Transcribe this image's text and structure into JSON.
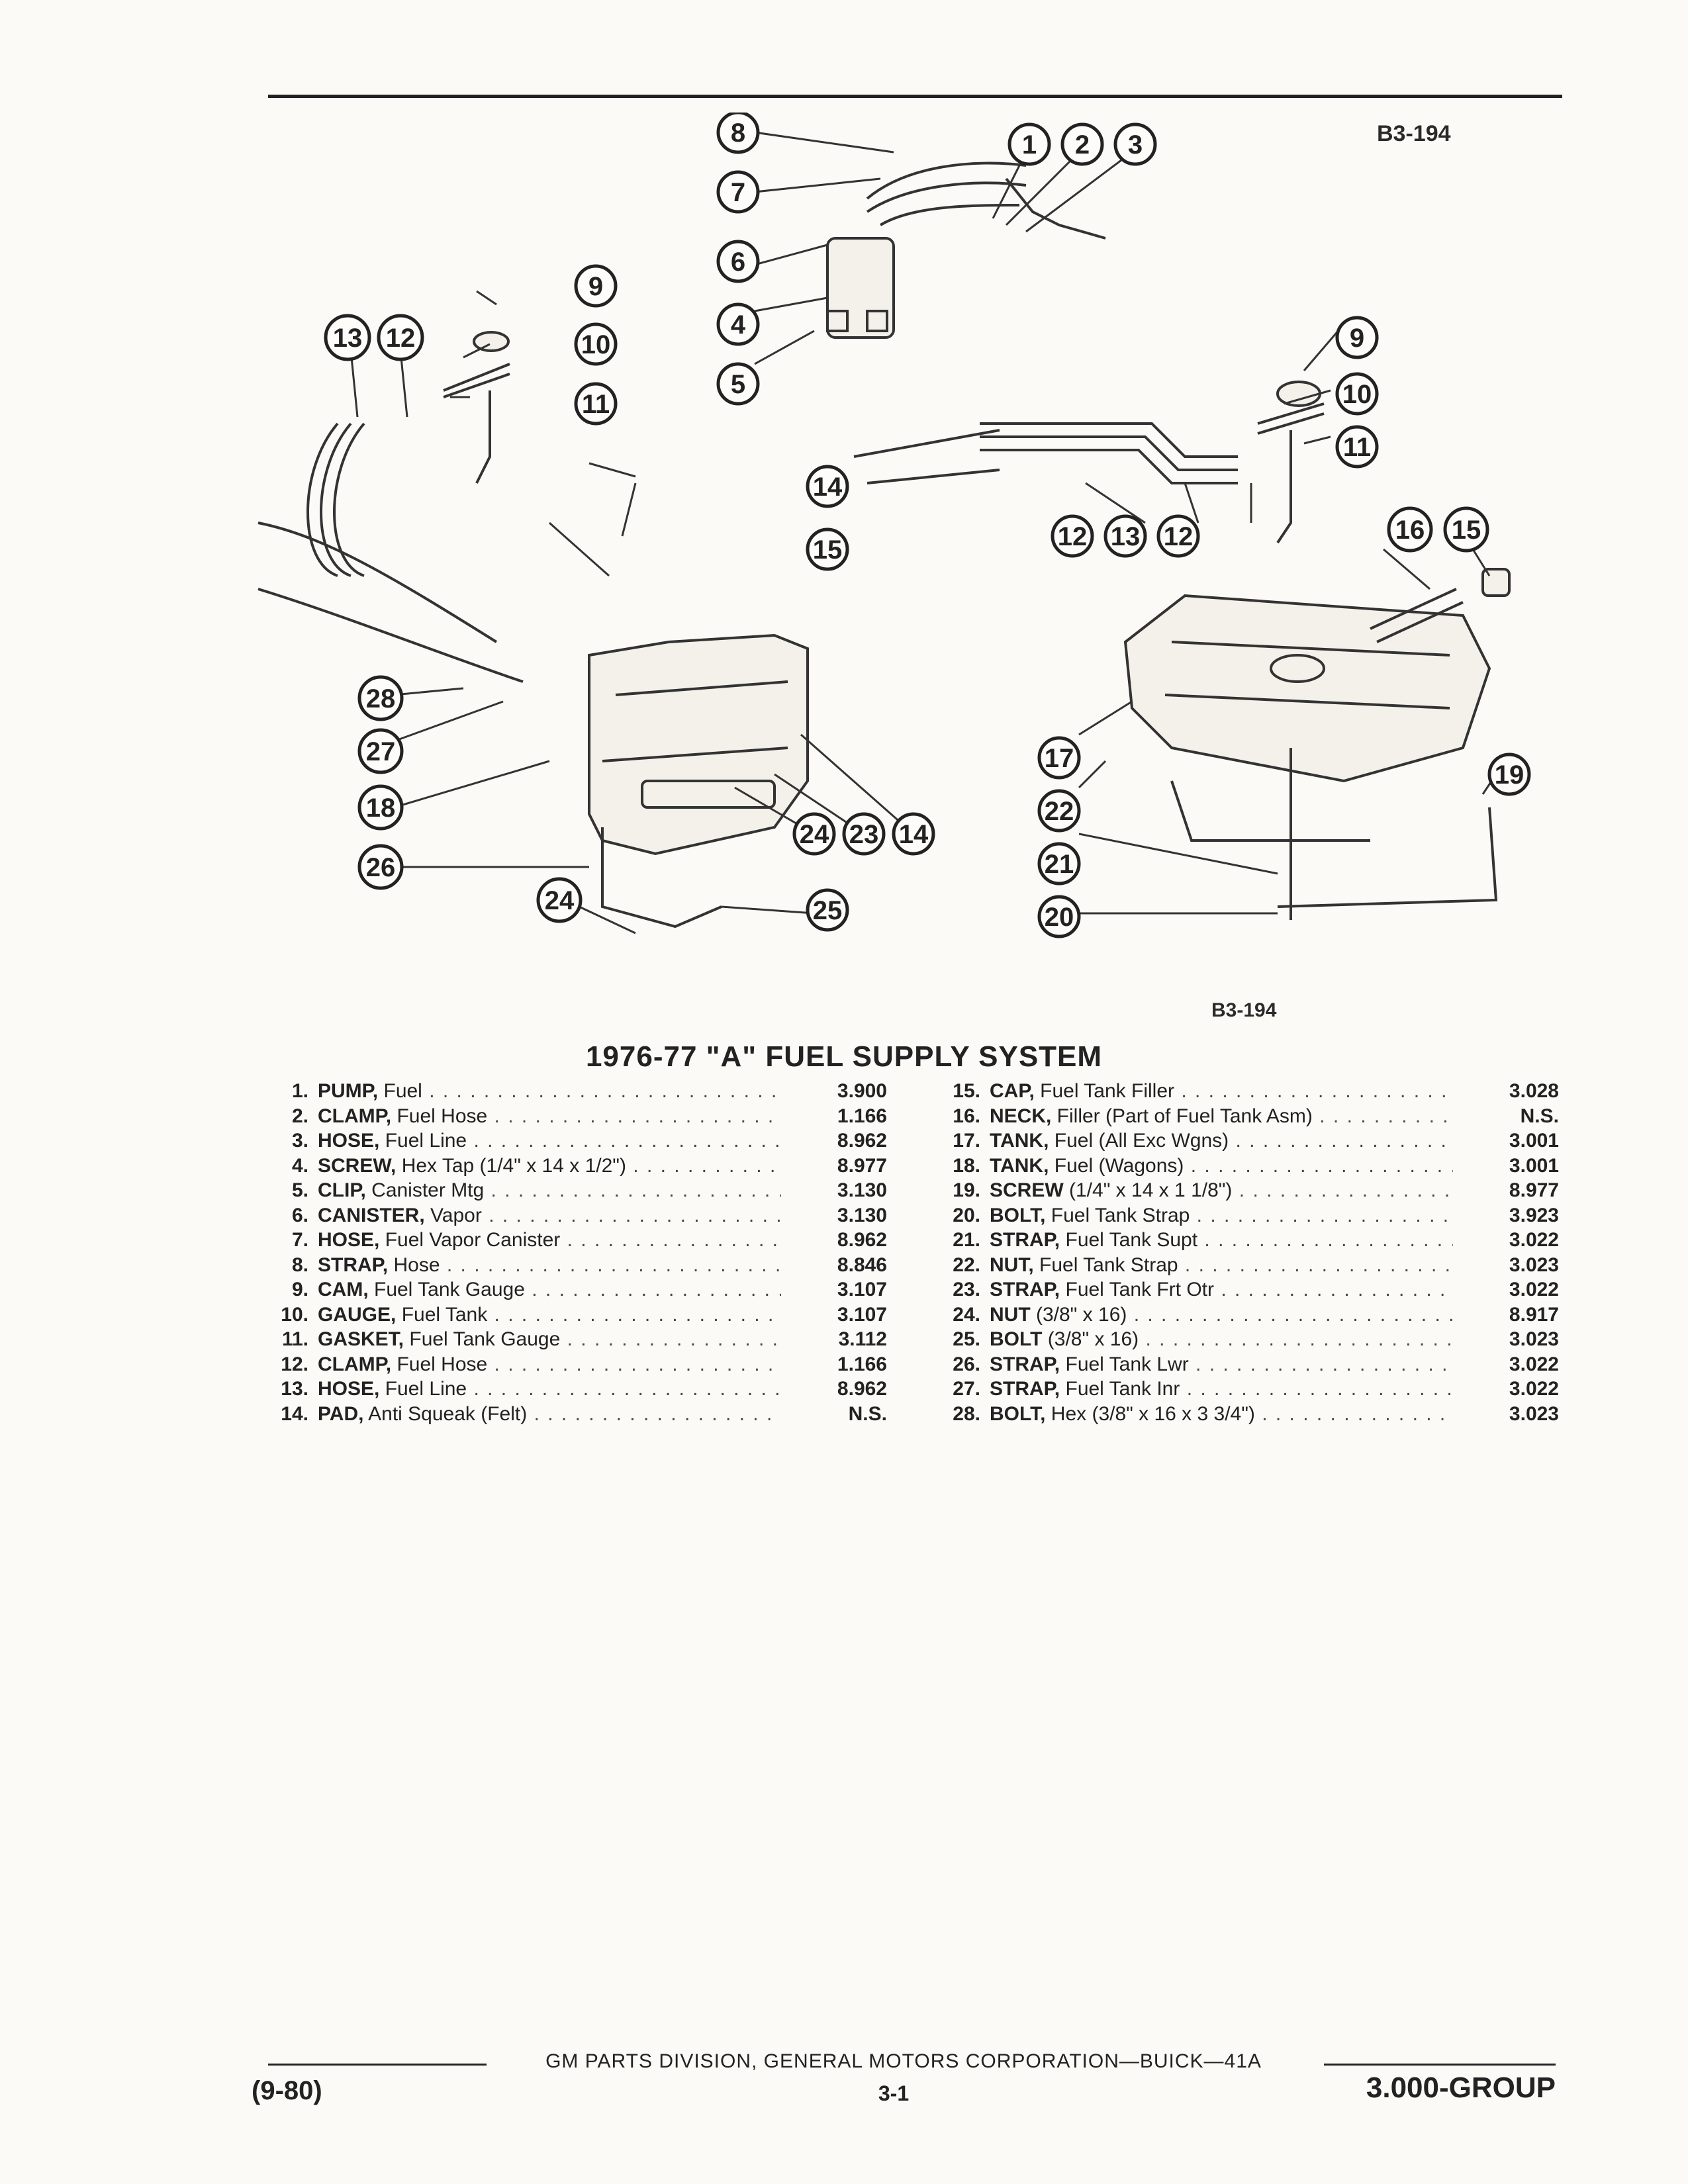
{
  "figure_code": "B3-194",
  "section_title": "1976-77 \"A\" FUEL SUPPLY SYSTEM",
  "callouts": [
    "1",
    "2",
    "3",
    "4",
    "5",
    "6",
    "7",
    "8",
    "9",
    "10",
    "11",
    "12",
    "13",
    "14",
    "15",
    "16",
    "17",
    "18",
    "19",
    "20",
    "21",
    "22",
    "23",
    "24",
    "25",
    "26",
    "27",
    "28"
  ],
  "parts_left": [
    {
      "num": "1.",
      "name": "PUMP,",
      "desc": " Fuel",
      "code": "3.900"
    },
    {
      "num": "2.",
      "name": "CLAMP,",
      "desc": " Fuel Hose",
      "code": "1.166"
    },
    {
      "num": "3.",
      "name": "HOSE,",
      "desc": " Fuel Line",
      "code": "8.962"
    },
    {
      "num": "4.",
      "name": "SCREW,",
      "desc": " Hex Tap (1/4\" x 14 x 1/2\")",
      "code": "8.977"
    },
    {
      "num": "5.",
      "name": "CLIP,",
      "desc": " Canister Mtg",
      "code": "3.130"
    },
    {
      "num": "6.",
      "name": "CANISTER,",
      "desc": " Vapor",
      "code": "3.130"
    },
    {
      "num": "7.",
      "name": "HOSE,",
      "desc": " Fuel Vapor Canister",
      "code": "8.962"
    },
    {
      "num": "8.",
      "name": "STRAP,",
      "desc": " Hose",
      "code": "8.846"
    },
    {
      "num": "9.",
      "name": "CAM,",
      "desc": " Fuel Tank Gauge",
      "code": "3.107"
    },
    {
      "num": "10.",
      "name": "GAUGE,",
      "desc": " Fuel Tank",
      "code": "3.107"
    },
    {
      "num": "11.",
      "name": "GASKET,",
      "desc": " Fuel Tank Gauge",
      "code": "3.112"
    },
    {
      "num": "12.",
      "name": "CLAMP,",
      "desc": " Fuel Hose",
      "code": "1.166"
    },
    {
      "num": "13.",
      "name": "HOSE,",
      "desc": " Fuel Line",
      "code": "8.962"
    },
    {
      "num": "14.",
      "name": "PAD,",
      "desc": " Anti Squeak (Felt)",
      "code": "N.S."
    }
  ],
  "parts_right": [
    {
      "num": "15.",
      "name": "CAP,",
      "desc": " Fuel Tank Filler",
      "code": "3.028"
    },
    {
      "num": "16.",
      "name": "NECK,",
      "desc": " Filler (Part of Fuel Tank Asm)",
      "code": "N.S."
    },
    {
      "num": "17.",
      "name": "TANK,",
      "desc": " Fuel (All Exc Wgns)",
      "code": "3.001"
    },
    {
      "num": "18.",
      "name": "TANK,",
      "desc": " Fuel (Wagons)",
      "code": "3.001"
    },
    {
      "num": "19.",
      "name": "SCREW",
      "desc": " (1/4\" x 14 x 1 1/8\")",
      "code": "8.977"
    },
    {
      "num": "20.",
      "name": "BOLT,",
      "desc": " Fuel Tank Strap",
      "code": "3.923"
    },
    {
      "num": "21.",
      "name": "STRAP,",
      "desc": " Fuel Tank Supt",
      "code": "3.022"
    },
    {
      "num": "22.",
      "name": "NUT,",
      "desc": " Fuel Tank Strap",
      "code": "3.023"
    },
    {
      "num": "23.",
      "name": "STRAP,",
      "desc": " Fuel Tank Frt Otr",
      "code": "3.022"
    },
    {
      "num": "24.",
      "name": "NUT",
      "desc": " (3/8\" x 16)",
      "code": "8.917"
    },
    {
      "num": "25.",
      "name": "BOLT",
      "desc": " (3/8\" x 16)",
      "code": "3.023"
    },
    {
      "num": "26.",
      "name": "STRAP,",
      "desc": " Fuel Tank Lwr",
      "code": "3.022"
    },
    {
      "num": "27.",
      "name": "STRAP,",
      "desc": " Fuel Tank Inr",
      "code": "3.022"
    },
    {
      "num": "28.",
      "name": "BOLT,",
      "desc": " Hex (3/8\" x 16 x 3 3/4\")",
      "code": "3.023"
    }
  ],
  "footer": {
    "corporation": "GM PARTS DIVISION, GENERAL MOTORS CORPORATION—BUICK—41A",
    "date": "(9-80)",
    "page": "3-1",
    "group": "3.000-GROUP"
  }
}
